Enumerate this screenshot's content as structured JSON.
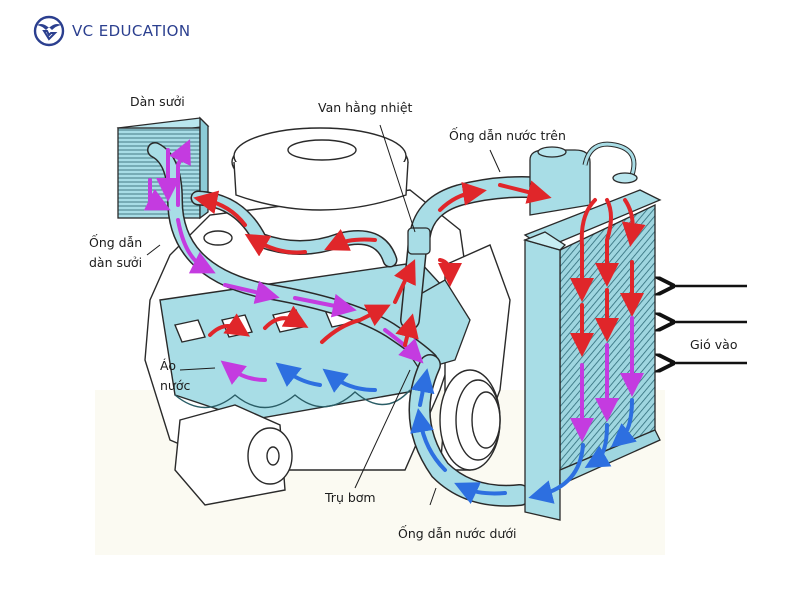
{
  "brand": {
    "name": "VC EDUCATION",
    "logo_icon": "vc-eagle-shield-icon",
    "color": "#2b3f8f"
  },
  "diagram": {
    "subject": "Engine water cooling system",
    "labels": {
      "heater_core": "Dàn sưởi",
      "thermostat": "Van hằng nhiệt",
      "upper_hose": "Ống dẫn nước trên",
      "heater_hose_line1": "Ống dẫn",
      "heater_hose_line2": "dàn sưởi",
      "water_jacket_line1": "Áo",
      "water_jacket_line2": "nước",
      "air_intake": "Gió vào",
      "water_pump": "Trụ bơm",
      "lower_hose": "Ống dẫn nước dưới"
    },
    "colors": {
      "coolant": "#a8dde6",
      "hot_flow": "#e0262a",
      "warm_flow": "#c43be0",
      "cool_flow": "#2d6fe0",
      "outline": "#2a2a2a",
      "air_arrow": "#111111"
    }
  }
}
